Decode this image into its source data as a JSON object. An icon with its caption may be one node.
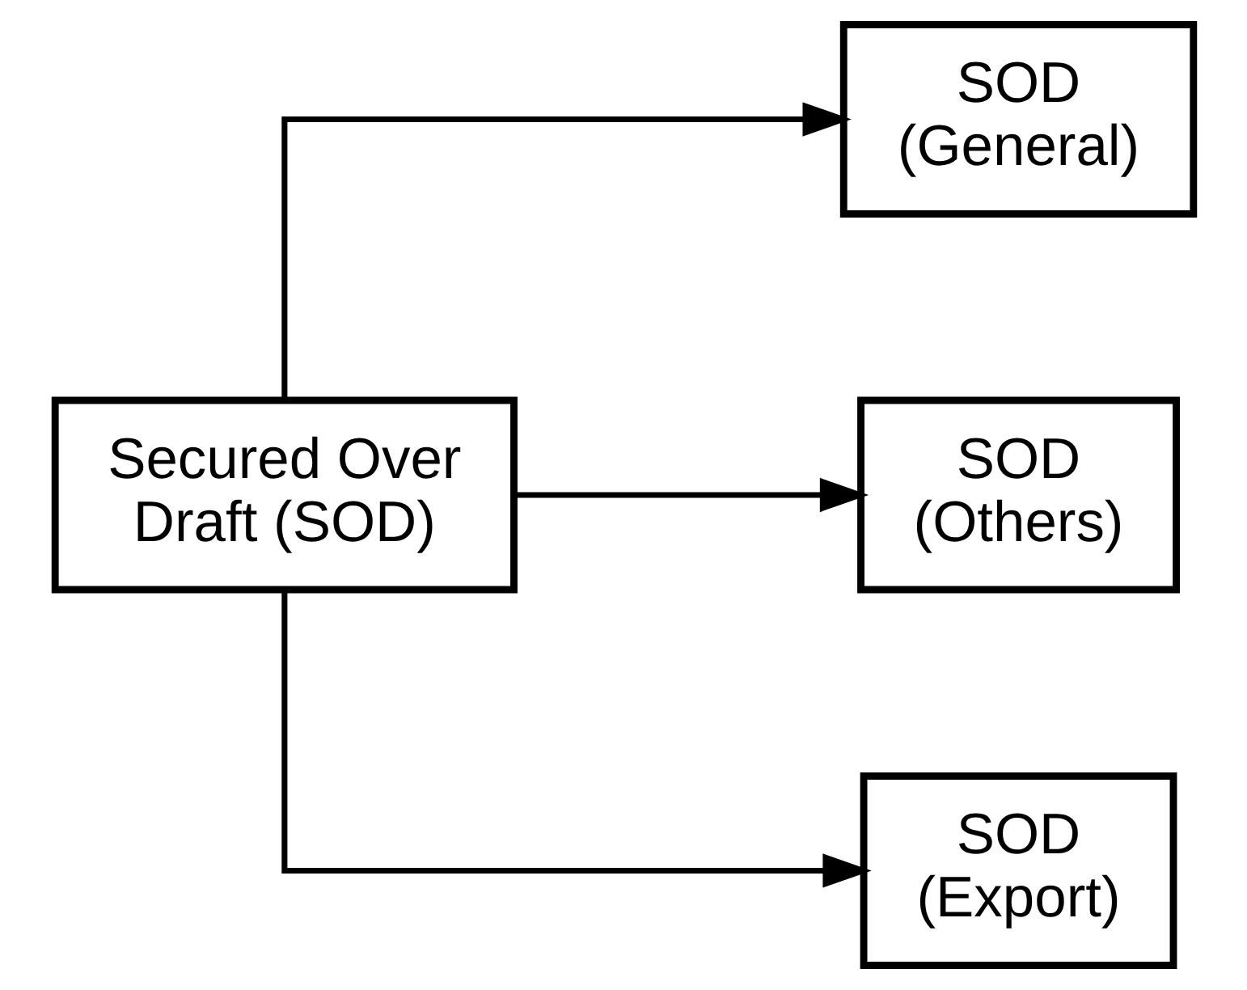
{
  "diagram": {
    "nodes": [
      {
        "text": [
          "Secured Over Draft (SOD)"
        ]
      },
      {
        "text": [
          "SOD (General)"
        ]
      },
      {
        "text": [
          "SOD (Others)"
        ]
      },
      {
        "text": [
          "SOD (Export)"
        ]
      }
    ],
    "edges": [
      {
        "from": 0,
        "to": 1,
        "arrow": "to"
      },
      {
        "from": 0,
        "to": 2,
        "arrow": "to"
      },
      {
        "from": 0,
        "to": 3,
        "arrow": "to"
      }
    ]
  }
}
